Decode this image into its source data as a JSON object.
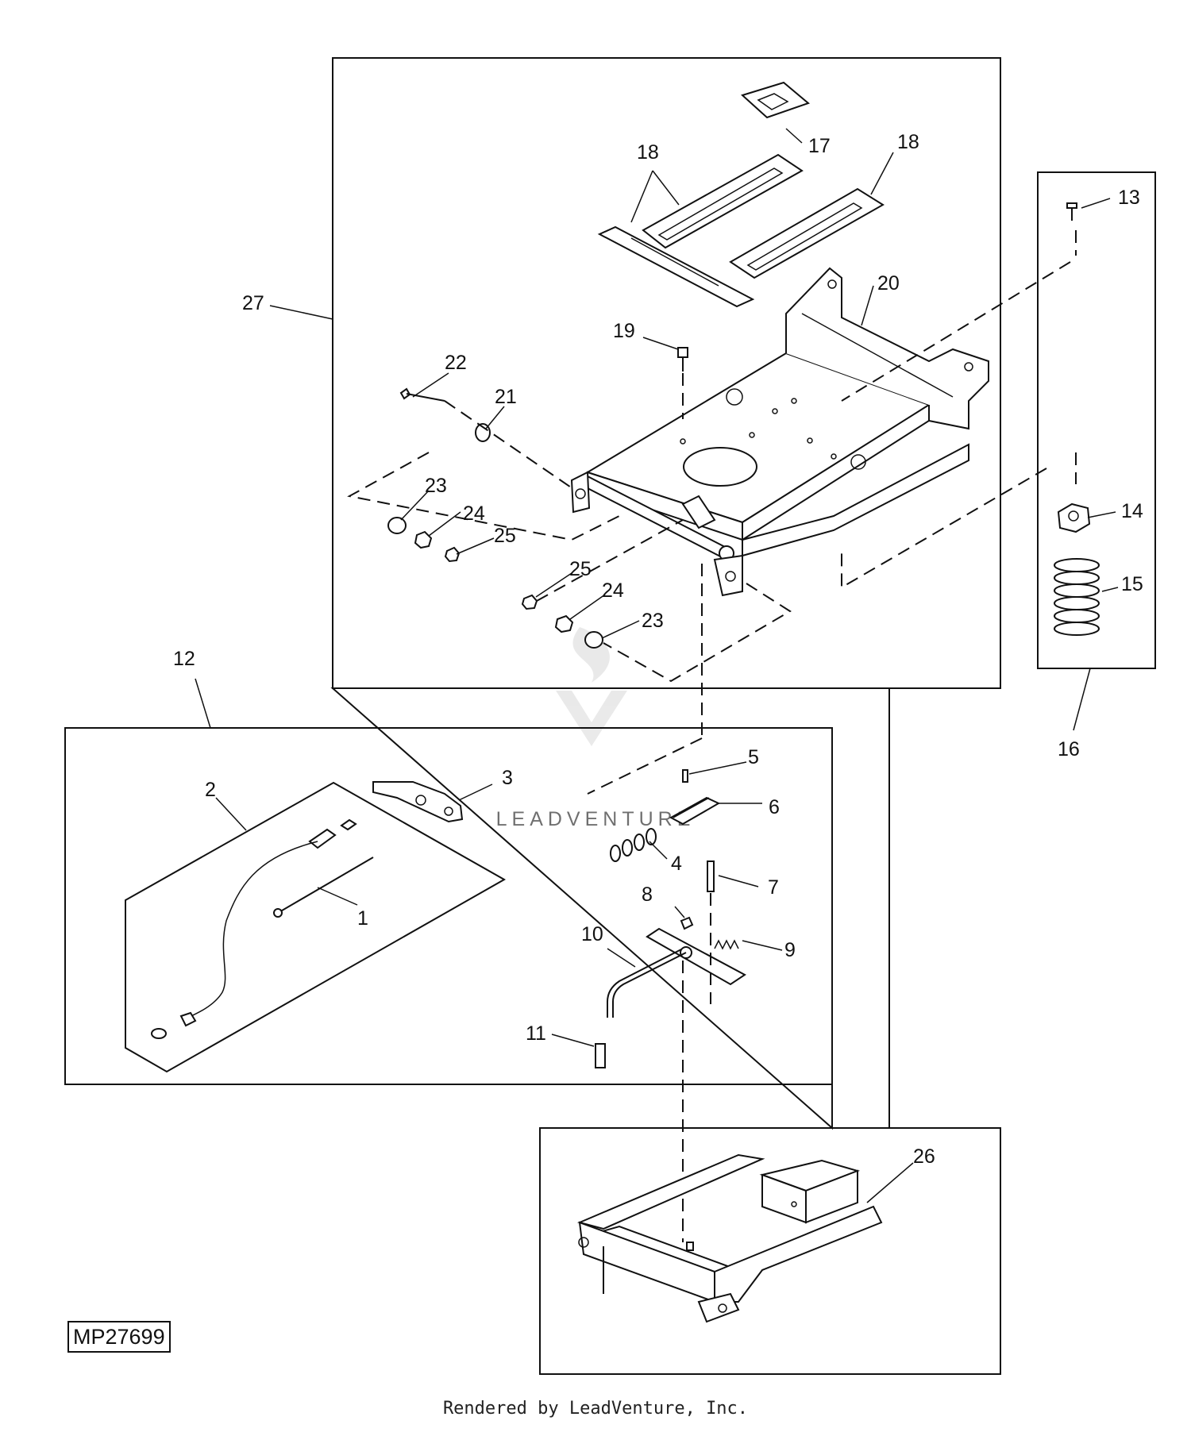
{
  "diagram": {
    "id_label": "MP27699",
    "footer": "Rendered by LeadVenture, Inc.",
    "watermark": "LEADVENTURE"
  },
  "callouts": {
    "c1": "1",
    "c2": "2",
    "c3": "3",
    "c4": "4",
    "c5": "5",
    "c6": "6",
    "c7": "7",
    "c8": "8",
    "c9": "9",
    "c10": "10",
    "c11": "11",
    "c12": "12",
    "c13": "13",
    "c14": "14",
    "c15": "15",
    "c16": "16",
    "c17": "17",
    "c18a": "18",
    "c18b": "18",
    "c19": "19",
    "c20": "20",
    "c21": "21",
    "c22": "22",
    "c23a": "23",
    "c23b": "23",
    "c24a": "24",
    "c24b": "24",
    "c25a": "25",
    "c25b": "25",
    "c26": "26",
    "c27": "27"
  }
}
